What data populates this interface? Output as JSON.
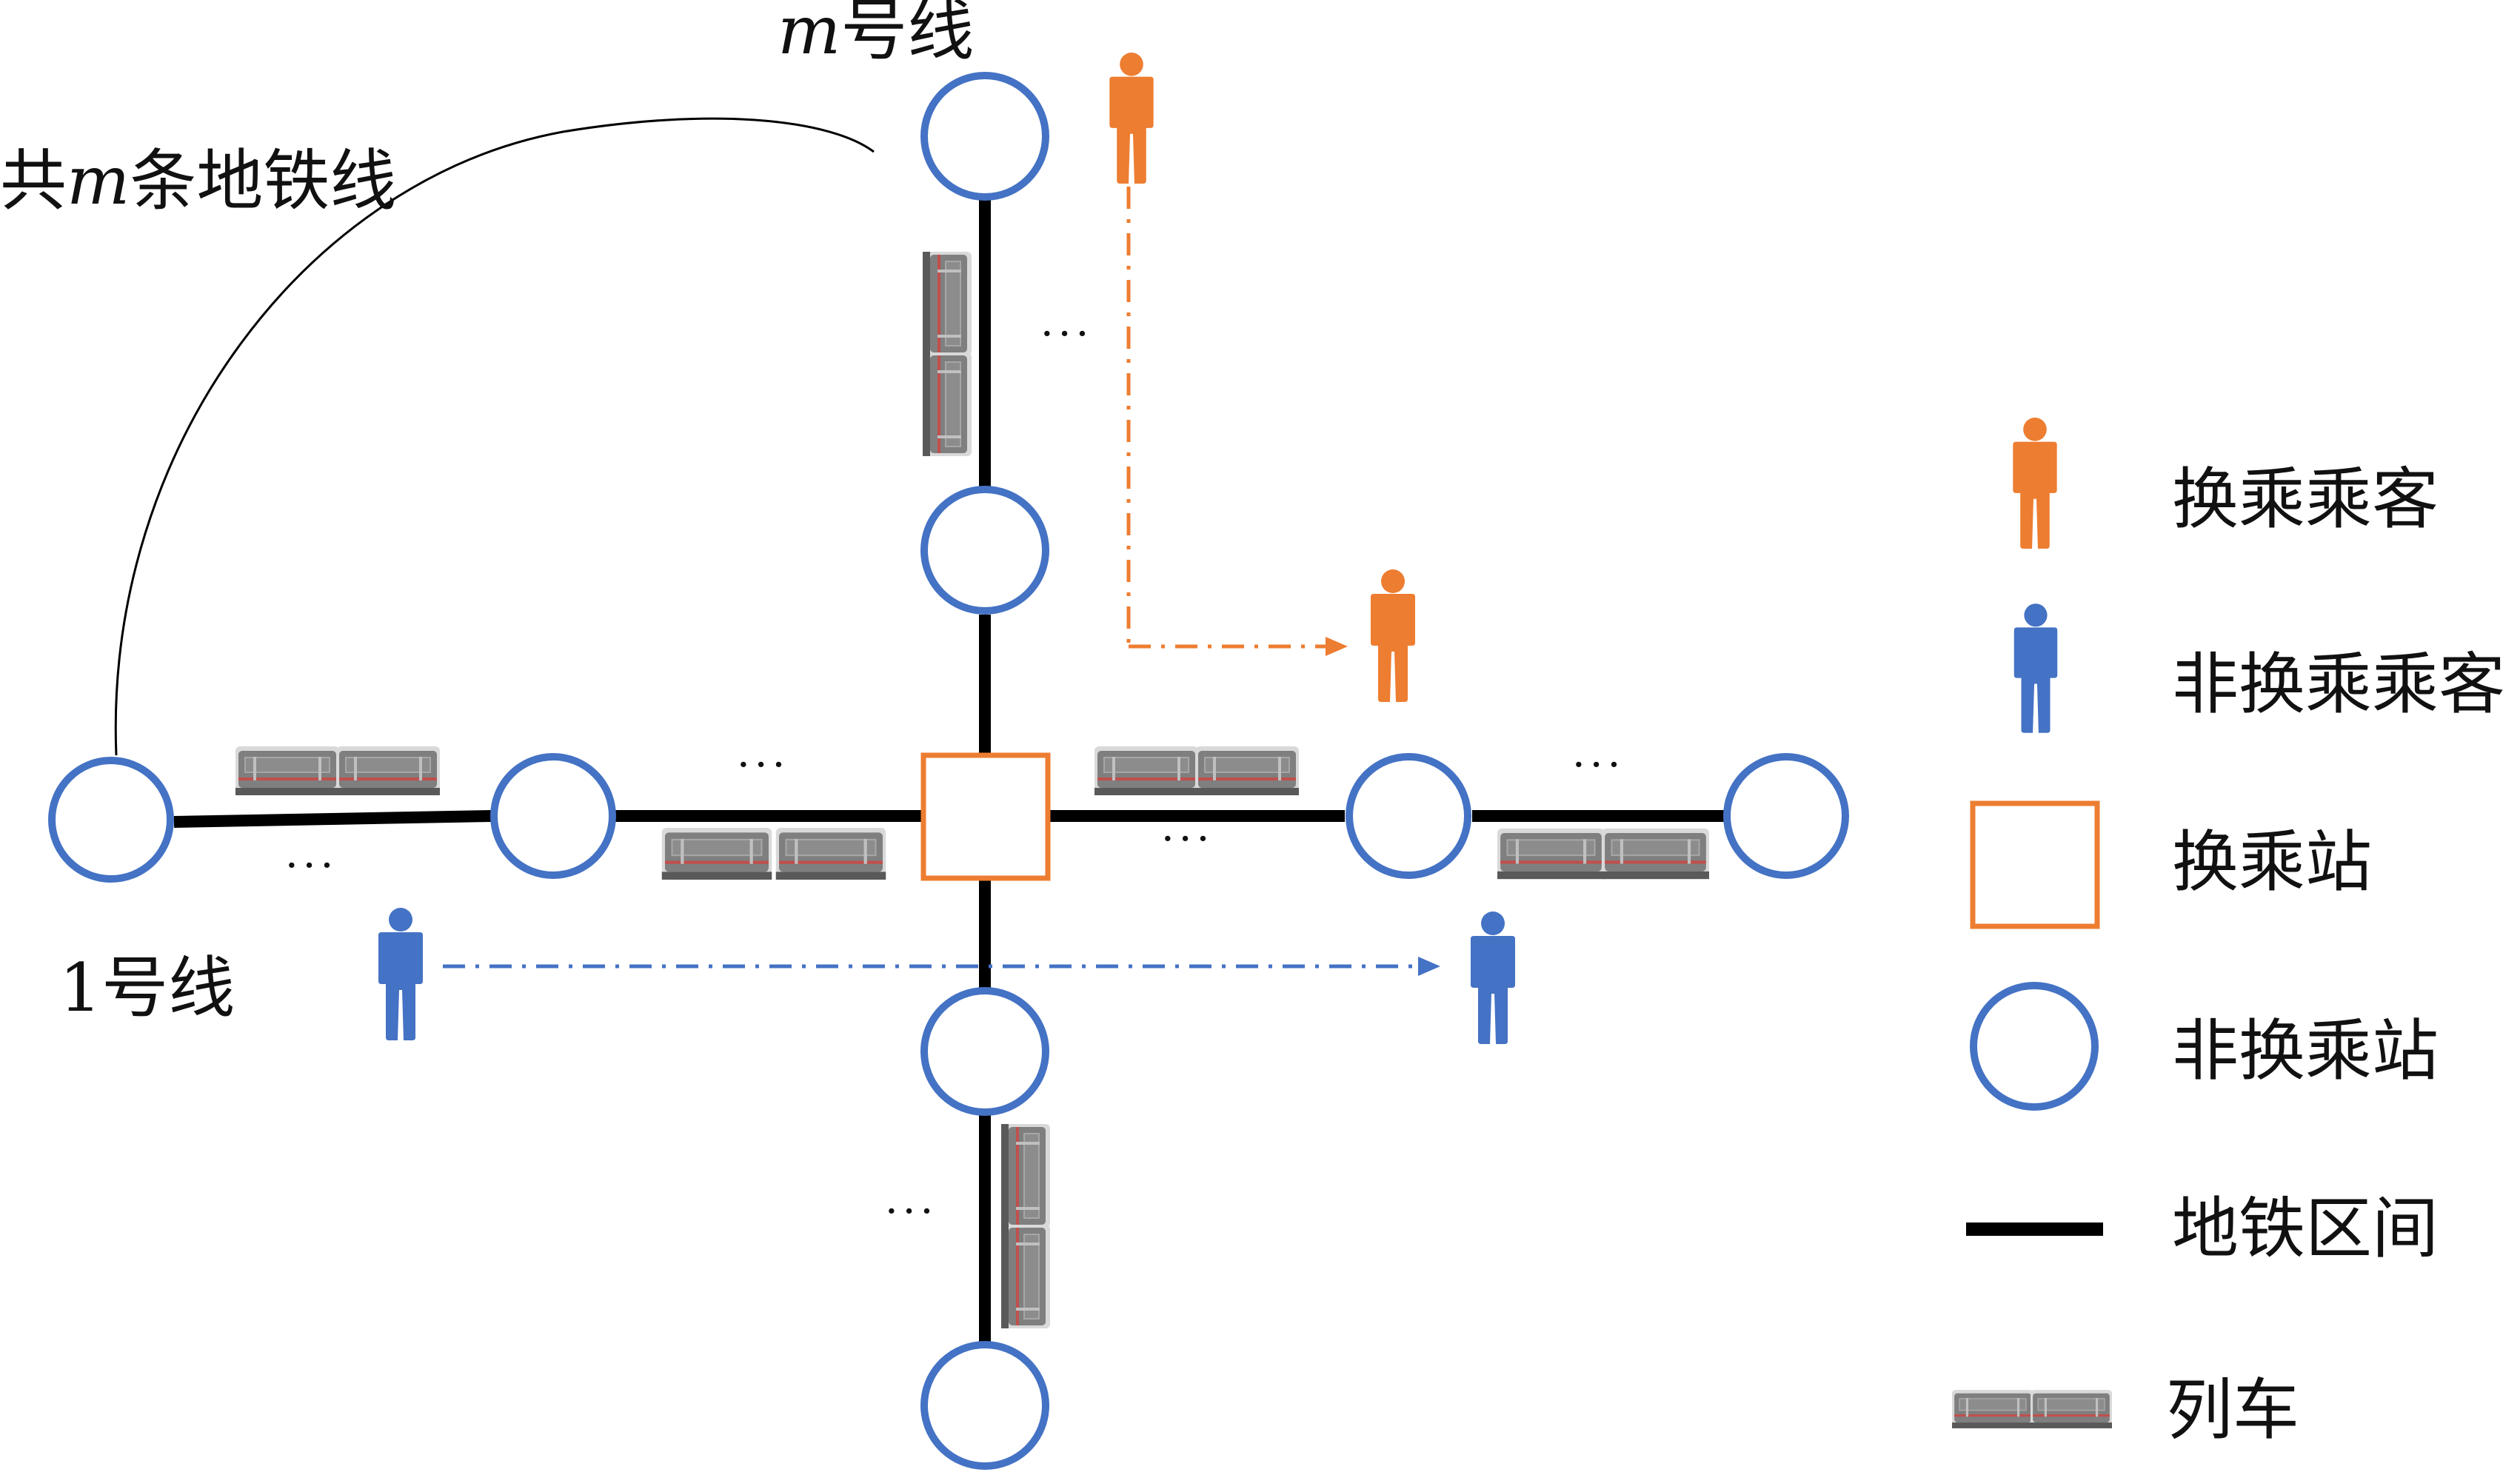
{
  "labels": {
    "line_m_italic": "m",
    "line_m_suffix": "号线",
    "total_prefix": "共",
    "total_italic": "m",
    "total_suffix": "条地铁线",
    "line_1": "1号线",
    "ellipsis": "···"
  },
  "legend": {
    "transfer_passenger": "换乘乘客",
    "non_transfer_passenger": "非换乘乘客",
    "transfer_station": "换乘站",
    "non_transfer_station": "非换乘站",
    "metro_section": "地铁区间",
    "train": "列车"
  },
  "colors": {
    "station_stroke": "#4472C4",
    "transfer_station_stroke": "#ED7D31",
    "track": "#000000",
    "transfer_passenger": "#ED7D31",
    "non_transfer_passenger": "#4472C4",
    "train_body": "#7F7F7F",
    "train_stripe": "#C0504D"
  },
  "icons": {
    "station": "circle-icon",
    "transfer_station": "square-icon",
    "passenger": "person-icon",
    "train": "train-icon"
  }
}
